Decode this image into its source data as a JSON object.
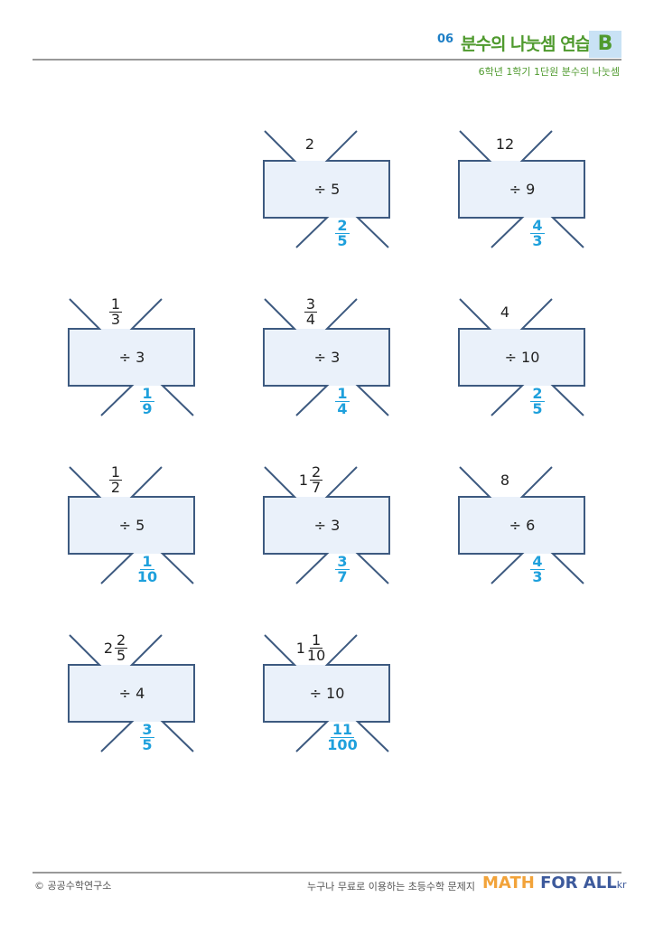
{
  "header": {
    "number": "06",
    "title": "분수의 나눗셈 연습",
    "level": "B",
    "subtitle": "6학년 1학기 1단원 분수의 나눗셈"
  },
  "problems": [
    {
      "dividend": {
        "whole": "2"
      },
      "divisor": "÷ 5",
      "answer": {
        "num": "2",
        "den": "5"
      }
    },
    {
      "dividend": {
        "whole": "12"
      },
      "divisor": "÷ 9",
      "answer": {
        "num": "4",
        "den": "3"
      }
    },
    {
      "dividend": {
        "num": "1",
        "den": "3"
      },
      "divisor": "÷ 3",
      "answer": {
        "num": "1",
        "den": "9"
      }
    },
    {
      "dividend": {
        "num": "3",
        "den": "4"
      },
      "divisor": "÷ 3",
      "answer": {
        "num": "1",
        "den": "4"
      }
    },
    {
      "dividend": {
        "whole": "4"
      },
      "divisor": "÷ 10",
      "answer": {
        "num": "2",
        "den": "5"
      }
    },
    {
      "dividend": {
        "num": "1",
        "den": "2"
      },
      "divisor": "÷ 5",
      "answer": {
        "num": "1",
        "den": "10"
      }
    },
    {
      "dividend": {
        "whole": "1",
        "num": "2",
        "den": "7"
      },
      "divisor": "÷ 3",
      "answer": {
        "num": "3",
        "den": "7"
      }
    },
    {
      "dividend": {
        "whole": "8"
      },
      "divisor": "÷ 6",
      "answer": {
        "num": "4",
        "den": "3"
      }
    },
    {
      "dividend": {
        "whole": "2",
        "num": "2",
        "den": "5"
      },
      "divisor": "÷ 4",
      "answer": {
        "num": "3",
        "den": "5"
      }
    },
    {
      "dividend": {
        "whole": "1",
        "num": "1",
        "den": "10"
      },
      "divisor": "÷ 10",
      "answer": {
        "num": "11",
        "den": "100"
      }
    }
  ],
  "footer": {
    "copyright": "© 공공수학연구소",
    "slogan": "누구나 무료로 이용하는 초등수학 문제지",
    "brand_a": "MATH",
    "brand_b": "FOR ALL",
    "brand_c": "kr"
  },
  "colors": {
    "green": "#4f9a2e",
    "blue": "#1ea0dc",
    "box": "#eaf1fa",
    "stroke": "#3d5a80"
  }
}
